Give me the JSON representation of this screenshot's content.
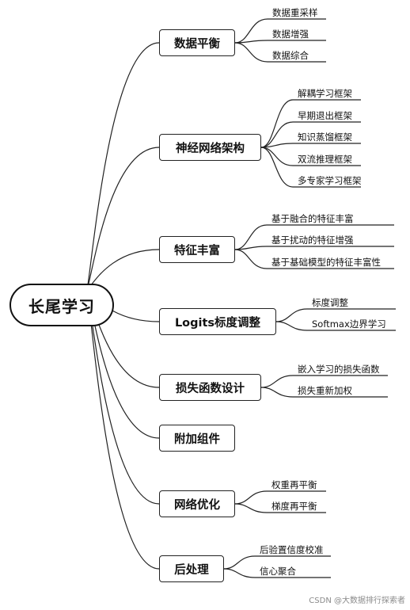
{
  "root": {
    "label": "长尾学习"
  },
  "branches": [
    {
      "label": "数据平衡",
      "leaves": [
        "数据重采样",
        "数据增强",
        "数据综合"
      ]
    },
    {
      "label": "神经网络架构",
      "leaves": [
        "解耦学习框架",
        "早期退出框架",
        "知识蒸馏框架",
        "双流推理框架",
        "多专家学习框架"
      ]
    },
    {
      "label": "特征丰富",
      "leaves": [
        "基于融合的特征丰富",
        "基于扰动的特征增强",
        "基于基础模型的特征丰富性"
      ]
    },
    {
      "label": "Logits标度调整",
      "leaves": [
        "标度调整",
        "Softmax边界学习"
      ]
    },
    {
      "label": "损失函数设计",
      "leaves": [
        "嵌入学习的损失函数",
        "损失重新加权"
      ]
    },
    {
      "label": "附加组件",
      "leaves": []
    },
    {
      "label": "网络优化",
      "leaves": [
        "权重再平衡",
        "梯度再平衡"
      ]
    },
    {
      "label": "后处理",
      "leaves": [
        "后验置信度校准",
        "信心聚合"
      ]
    }
  ],
  "watermark": "CSDN @大数据排行探索者"
}
